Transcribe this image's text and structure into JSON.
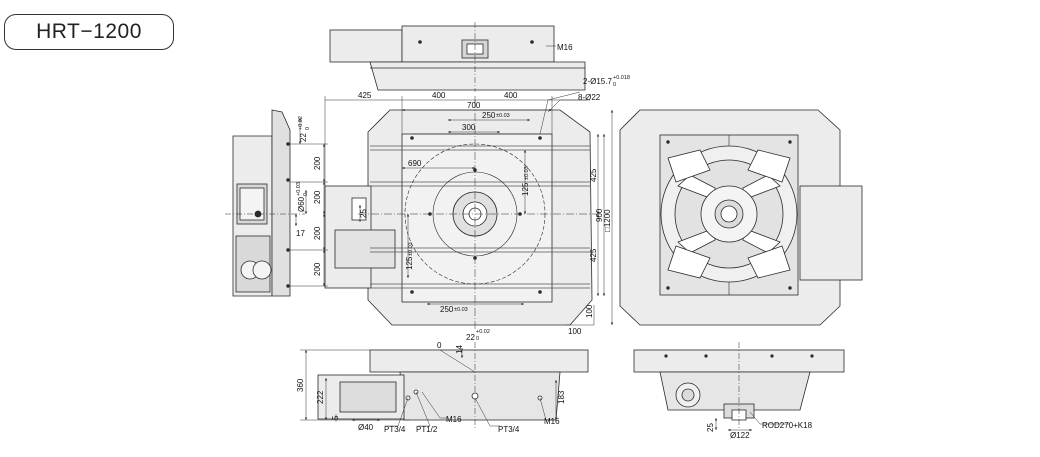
{
  "model": "HRT−1200",
  "labels": {
    "m16_top": "M16",
    "holes_15": "2-Ø15.7",
    "tol_15": "+0.018",
    "tol_15_zero": "0",
    "holes_22": "8-Ø22",
    "d425": "425",
    "d400a": "400",
    "d400b": "400",
    "d700": "700",
    "d250a": "250",
    "tol_250a": "±0.03",
    "d300": "300",
    "d690": "690",
    "d25": "25",
    "d125a": "125",
    "tol_125a": "±0.03",
    "d425r1": "425",
    "d425r2": "425",
    "d900": "900",
    "d1200": "□1200",
    "d125b": "125",
    "tol_125b": "±0.03",
    "d250b": "250",
    "tol_250b": "±0.03",
    "d100a": "100",
    "d100b": "100",
    "s22": "22",
    "tol_s22": "+0.02",
    "tol_s22_zero": "0",
    "s200a": "200",
    "s60": "Ø60",
    "tol_s60": "+0.03",
    "tol_s60_zero": "0",
    "s200b": "200",
    "s17": "17",
    "s200c": "200",
    "s200d": "200",
    "f22": "22",
    "tol_f22": "+0.02",
    "tol_f22_zero": "0",
    "f0": "0",
    "f14": "14",
    "f360": "360",
    "f222": "222",
    "f5": "5",
    "f40": "Ø40",
    "f183": "183",
    "pt34a": "PT3/4",
    "pt12": "PT1/2",
    "m16a": "M16",
    "pt34b": "PT3/4",
    "m16b": "M16",
    "r25": "25",
    "r122": "Ø122",
    "rod": "ROD270+K18"
  },
  "colors": {
    "line": "#2a2a2a",
    "fill": "#ececec",
    "fill_dark": "#d6d6d6",
    "dim": "#333333"
  }
}
